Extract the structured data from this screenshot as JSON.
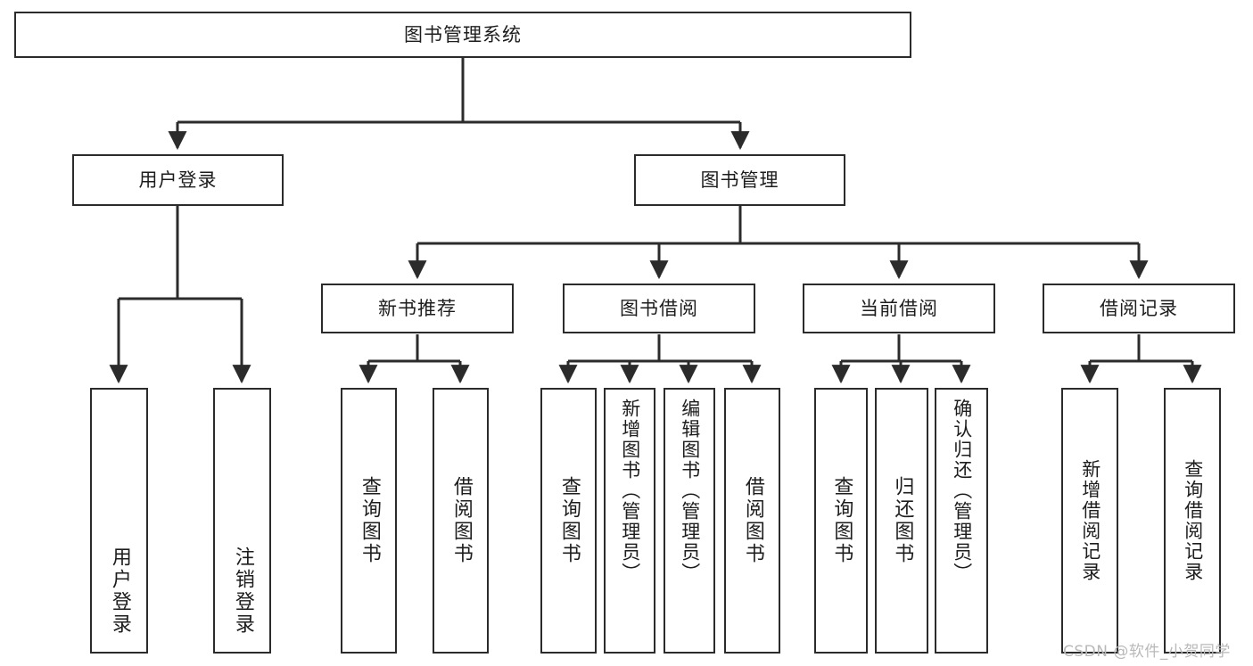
{
  "diagram": {
    "title": "图书管理系统",
    "type": "功能结构图",
    "watermark": "CSDN @软件_小贺同学",
    "colors": {
      "box_border": "#2b2b2b",
      "box_fill": "#ffffff",
      "connector": "#2b2b2b",
      "text": "#1d1d1d",
      "watermark": "#b9b9b9",
      "background": "#ffffff"
    },
    "root": {
      "id": "root",
      "label": "图书管理系统"
    },
    "level1": [
      {
        "id": "user-login",
        "label": "用户登录"
      },
      {
        "id": "book-management",
        "label": "图书管理"
      }
    ],
    "level2": [
      {
        "id": "new-book-recommend",
        "label": "新书推荐",
        "parent": "book-management"
      },
      {
        "id": "book-borrow",
        "label": "图书借阅",
        "parent": "book-management"
      },
      {
        "id": "current-borrow",
        "label": "当前借阅",
        "parent": "book-management"
      },
      {
        "id": "borrow-record",
        "label": "借阅记录",
        "parent": "book-management"
      }
    ],
    "leaves": {
      "user_login": [
        {
          "id": "leaf-user-login",
          "label": "用户登录"
        },
        {
          "id": "leaf-user-logout",
          "label": "注销登录"
        }
      ],
      "new_book_recommend": [
        {
          "id": "leaf-query-book-1",
          "label": "查询图书"
        },
        {
          "id": "leaf-borrow-book-1",
          "label": "借阅图书"
        }
      ],
      "book_borrow": [
        {
          "id": "leaf-query-book-2",
          "label": "查询图书"
        },
        {
          "id": "leaf-add-book",
          "label": "新增图书（管理员）"
        },
        {
          "id": "leaf-edit-book",
          "label": "编辑图书（管理员）"
        },
        {
          "id": "leaf-borrow-book-2",
          "label": "借阅图书"
        }
      ],
      "current_borrow": [
        {
          "id": "leaf-query-book-3",
          "label": "查询图书"
        },
        {
          "id": "leaf-return-book",
          "label": "归还图书"
        },
        {
          "id": "leaf-confirm-return",
          "label": "确认归还（管理员）"
        }
      ],
      "borrow_record": [
        {
          "id": "leaf-add-borrow-record",
          "label": "新增借阅记录"
        },
        {
          "id": "leaf-query-borrow-record",
          "label": "查询借阅记录"
        }
      ]
    }
  }
}
